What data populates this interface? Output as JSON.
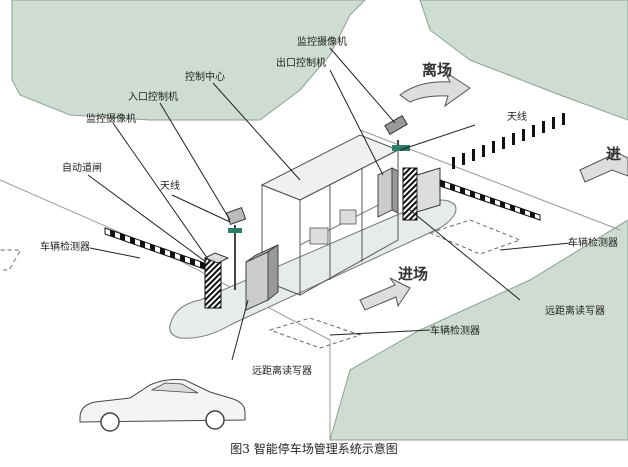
{
  "labels": {
    "monitor_camera_top": "监控摄像机",
    "exit_controller": "出口控制机",
    "control_center": "控制中心",
    "entry_controller": "入口控制机",
    "monitor_camera_left": "监控摄像机",
    "auto_barrier": "自动道闸",
    "antenna_left": "天线",
    "antenna_right": "天线",
    "vehicle_detector_left": "车辆检测器",
    "vehicle_detector_right": "车辆检测器",
    "vehicle_detector_bottom": "车辆检测器",
    "remote_reader_right": "远距离读写器",
    "remote_reader_bottom": "远距离读写器",
    "exit_arrow": "离场",
    "entry_arrow": "进场",
    "arrow_fragment_right": "进"
  },
  "caption": "图3 智能停车场管理系统示意图"
}
